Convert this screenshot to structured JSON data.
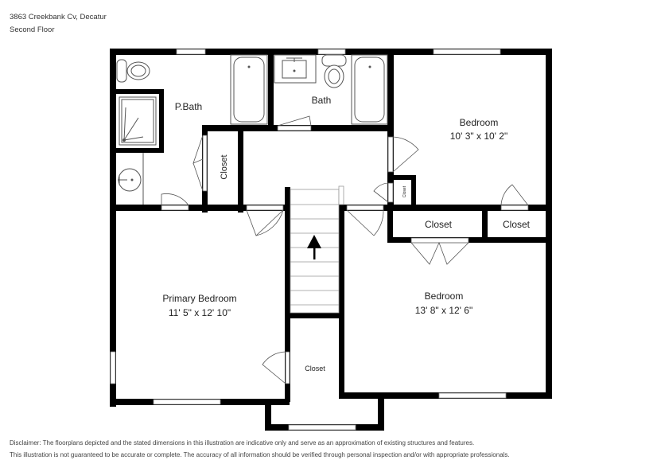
{
  "header": {
    "address": "3863 Creekbank Cv, Decatur",
    "floor": "Second Floor"
  },
  "rooms": {
    "p_bath": {
      "name": "P.Bath"
    },
    "bath": {
      "name": "Bath"
    },
    "bedroom_ne": {
      "name": "Bedroom",
      "dims": "10' 3\" x 10' 2\""
    },
    "primary_bedroom": {
      "name": "Primary Bedroom",
      "dims": "11' 5\" x 12' 10\""
    },
    "bedroom_se": {
      "name": "Bedroom",
      "dims": "13' 8\" x 12' 6\""
    },
    "closet_pbath": {
      "name": "Closet"
    },
    "closet_small": {
      "name": "Closet"
    },
    "closet_se_left": {
      "name": "Closet"
    },
    "closet_se_right": {
      "name": "Closet"
    },
    "closet_south": {
      "name": "Closet"
    }
  },
  "stairs": {
    "direction": "up",
    "icon": "arrow-up-icon"
  },
  "disclaimer": {
    "line1": "Disclaimer: The floorplans depicted and the stated dimensions in this illustration are indicative only and serve as an approximation of existing structures and features.",
    "line2": "This illustration is not guaranteed to be accurate or complete. The accuracy of all information should be verified through personal inspection and/or with appropriate professionals."
  },
  "colors": {
    "wall": "#000000",
    "fixture": "#555555",
    "window": "#ffffff"
  }
}
